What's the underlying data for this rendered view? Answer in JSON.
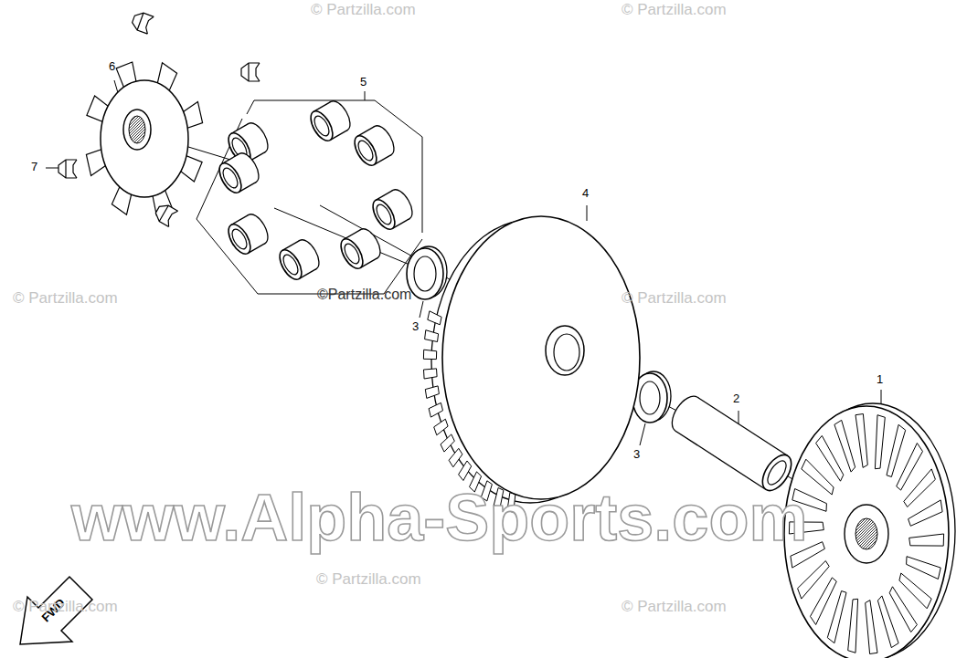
{
  "diagram": {
    "labels": [
      "6",
      "7",
      "5",
      "4",
      "3",
      "3",
      "2",
      "1",
      "FWD",
      "www.Alpha-Sports.com",
      "©Partzilla.com",
      "© Partzilla.com",
      "© Partzilla.com",
      "© Partzilla.com",
      "© Partzilla.com",
      "© Partzilla.com",
      "© Partzilla.com",
      "© Partzilla.com"
    ]
  }
}
